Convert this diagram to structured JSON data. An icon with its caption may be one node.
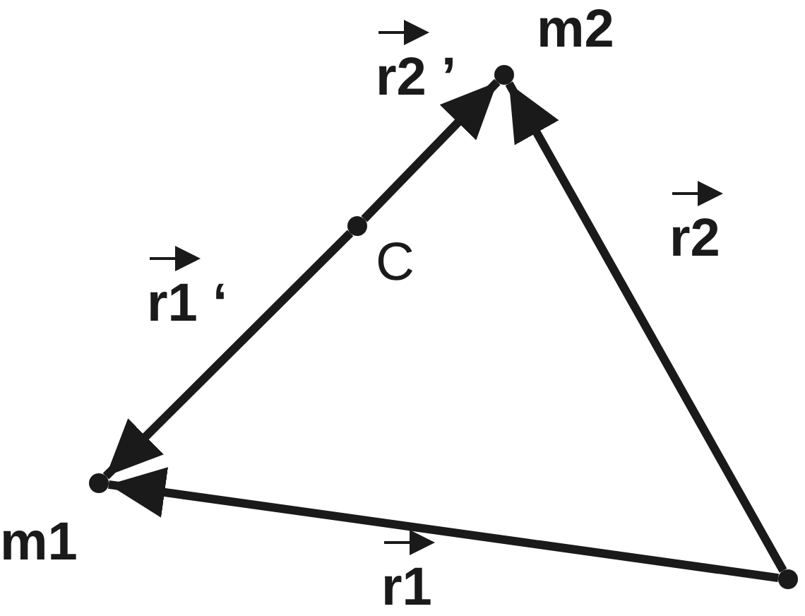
{
  "diagram": {
    "nodes": [
      {
        "text": [
          "m2"
        ]
      },
      {
        "text": [
          "C"
        ]
      },
      {
        "text": [
          "m1"
        ]
      },
      {
        "text": [],
        "shape": "circle"
      }
    ],
    "edges": [
      {
        "from": 1,
        "to": 0,
        "arrow": "to",
        "label": "r2 ’"
      },
      {
        "from": 1,
        "to": 2,
        "arrow": "to",
        "label": "r1 ‘"
      },
      {
        "from": 3,
        "to": 0,
        "arrow": "to",
        "label": "r2"
      },
      {
        "from": 3,
        "to": 2,
        "arrow": "to",
        "label": "r1"
      }
    ]
  }
}
